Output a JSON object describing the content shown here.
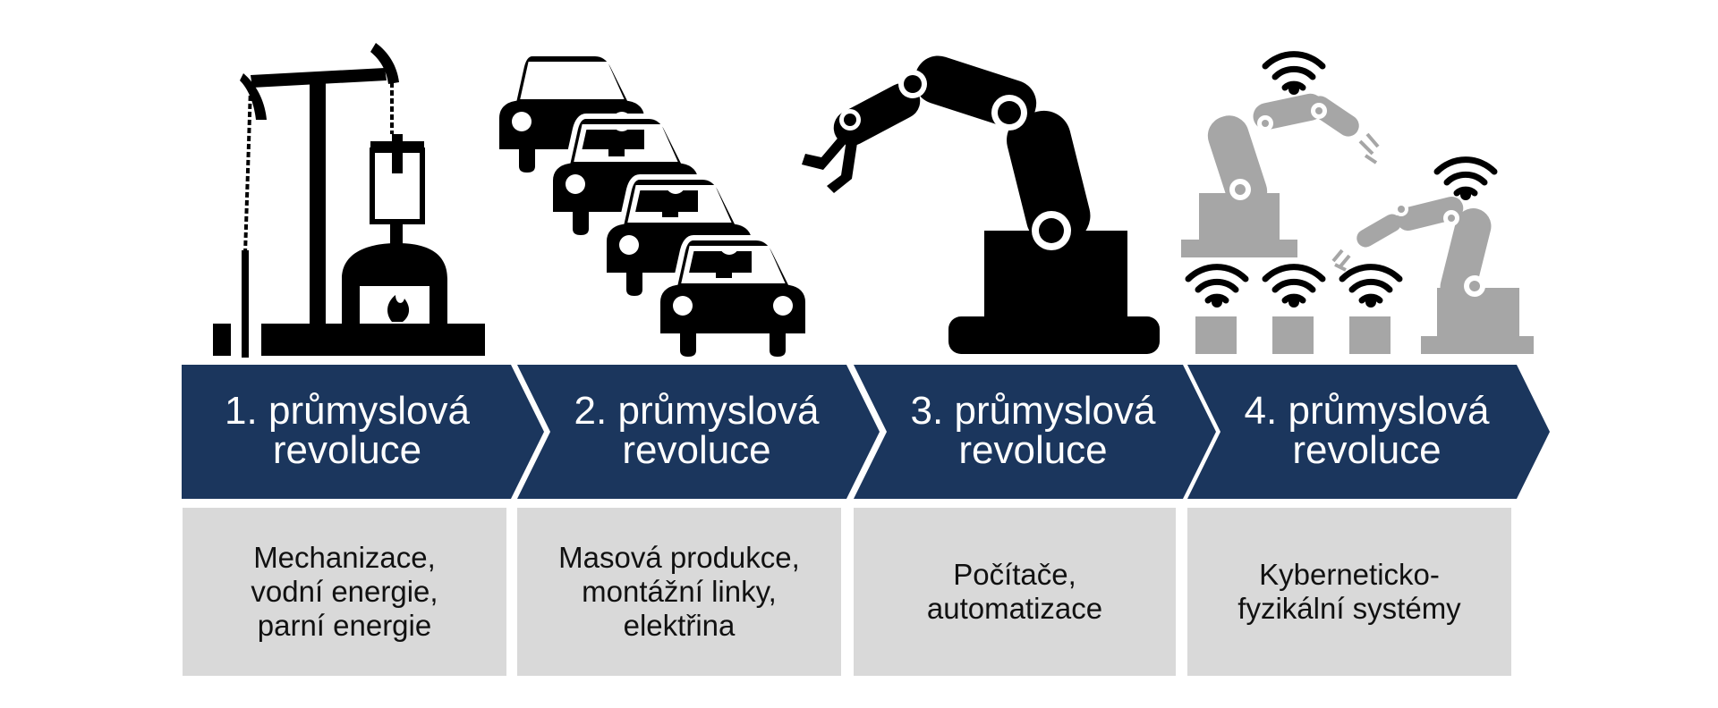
{
  "colors": {
    "chevron": "#1b365d",
    "box": "#d9d9d9",
    "icon_dark": "#000000",
    "icon_light": "#a6a6a6"
  },
  "stages": [
    {
      "label": "1. průmyslová\nrevoluce",
      "description": "Mechanizace,\nvodní energie,\nparní energie",
      "icon": "steam-pump-icon"
    },
    {
      "label": "2. průmyslová\nrevoluce",
      "description": "Masová produkce,\nmontážní linky,\nelektřina",
      "icon": "car-assembly-icon"
    },
    {
      "label": "3. průmyslová\nrevoluce",
      "description": "Počítače,\nautomatizace",
      "icon": "robot-arm-icon"
    },
    {
      "label": "4. průmyslová\nrevoluce",
      "description": "Kyberneticko-\nfyzikální systémy",
      "icon": "connected-robots-icon"
    }
  ]
}
